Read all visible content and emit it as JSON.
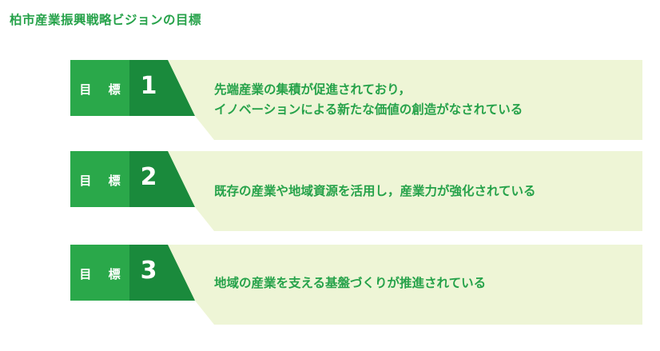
{
  "page": {
    "title": "柏市産業振興戦略ビジョンの目標"
  },
  "goals": [
    {
      "label": "目 標",
      "number": "1",
      "lines": [
        "先端産業の集積が促進されており，",
        "イノベーションによる新たな価値の創造がなされている"
      ]
    },
    {
      "label": "目 標",
      "number": "2",
      "lines": [
        "既存の産業や地域資源を活用し，産業力が強化されている"
      ]
    },
    {
      "label": "目 標",
      "number": "3",
      "lines": [
        "地域の産業を支える基盤づくりが推進されている"
      ]
    }
  ],
  "colors": {
    "title_text": "#26a24a",
    "label_bg": "#2aa84a",
    "number_bg": "#1a8a3c",
    "text_panel_bg": "#eef5d6",
    "goal_text": "#26a24a"
  }
}
